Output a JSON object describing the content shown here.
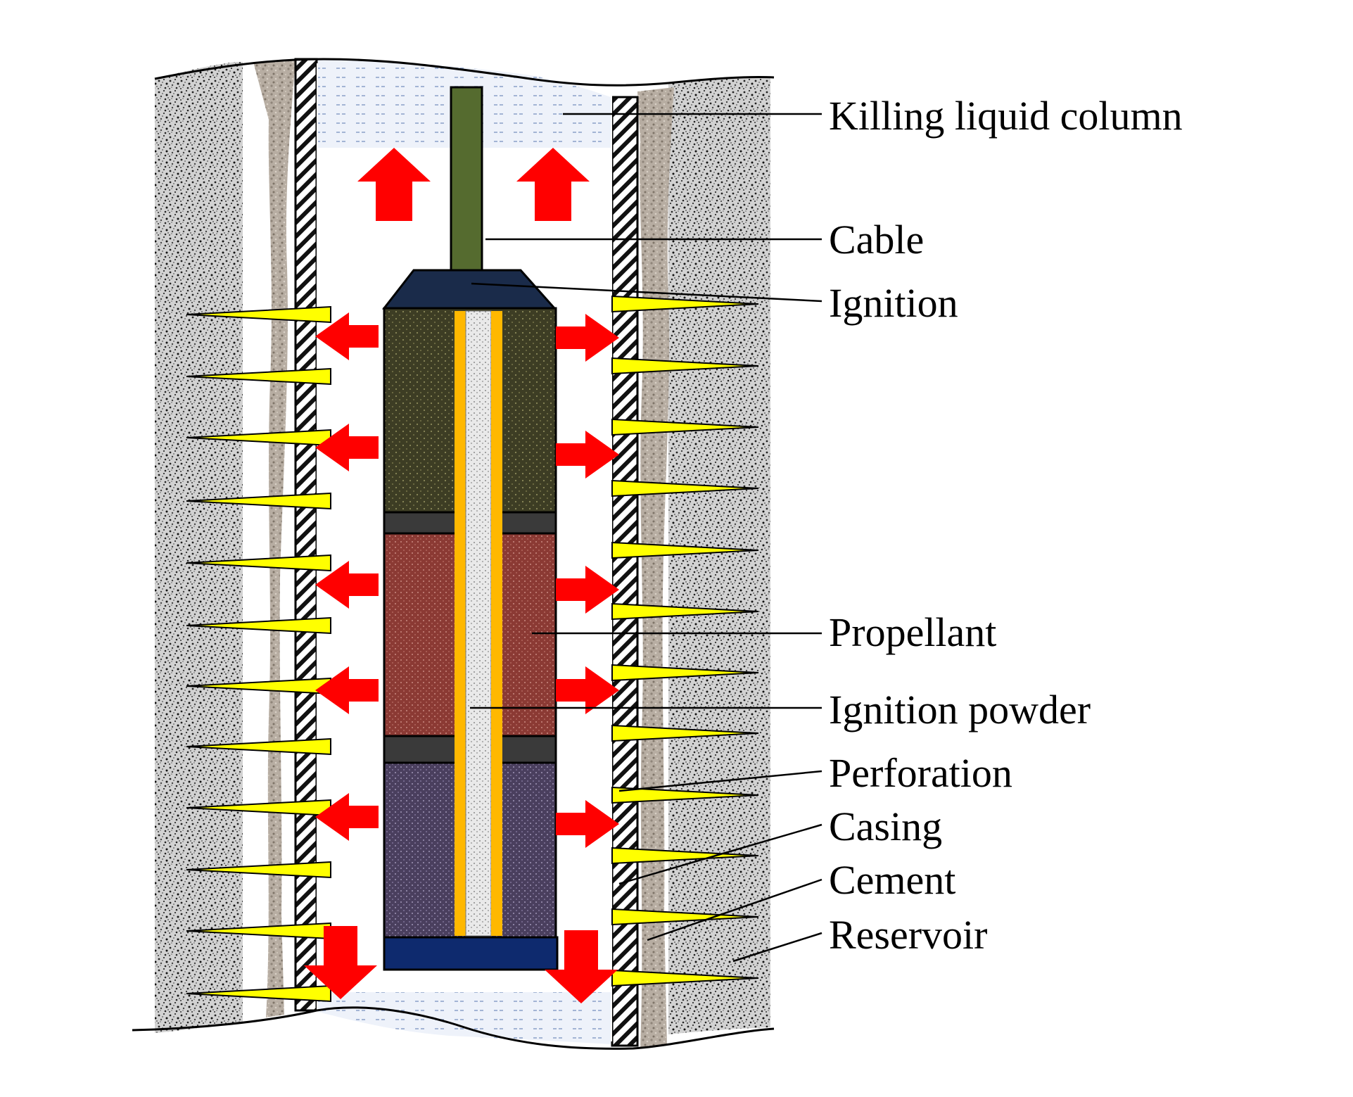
{
  "labels": {
    "killing_liquid_column": "Killing liquid column",
    "cable": "Cable",
    "ignition": "Ignition",
    "propellant": "Propellant",
    "ignition_powder": "Ignition powder",
    "perforation": "Perforation",
    "casing": "Casing",
    "cement": "Cement",
    "reservoir": "Reservoir"
  },
  "colors": {
    "reservoir": "#c9c9c9",
    "cement": "#b4aba0",
    "killing_liquid": "#e8eef8",
    "cable": "#556b2f",
    "ignition": "#1a2b4a",
    "propellant_upper": "#3d3d24",
    "propellant_middle": "#8b3a34",
    "propellant_lower": "#4a3f5e",
    "separator": "#3a3a3a",
    "bottom_cap": "#0e2a6e",
    "ignition_powder_core": "#e6e6e6",
    "igniter_tube": "#ffb800",
    "perforation": "#ffff00",
    "pressure_arrow": "#ff0000"
  }
}
